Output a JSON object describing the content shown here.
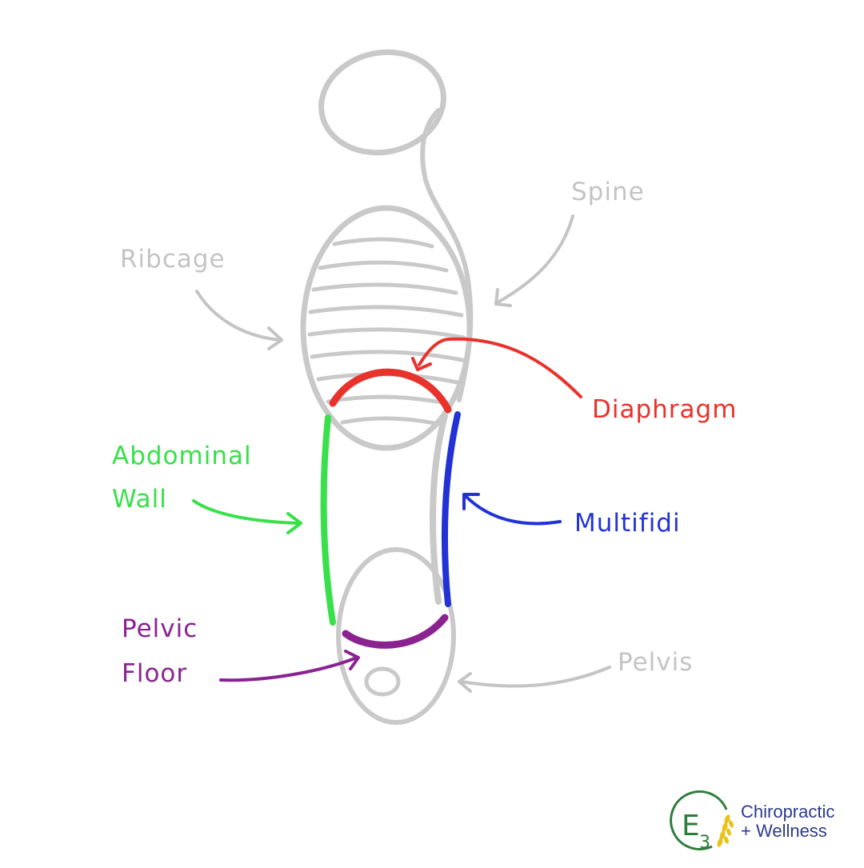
{
  "labels": {
    "spine": "Spine",
    "ribcage": "Ribcage",
    "diaphragm": "Diaphragm",
    "abdominal_line1": "Abdominal",
    "abdominal_line2": "Wall",
    "multifidi": "Multifidi",
    "pelvic_line1": "Pelvic",
    "pelvic_line2": "Floor",
    "pelvis": "Pelvis"
  },
  "brand": {
    "logo_letter": "E",
    "logo_sub": "3",
    "line1": "Chiropractic",
    "line2": "+ Wellness"
  },
  "colors": {
    "sketch": "#c9c9c9",
    "label_gray": "#c4c4c4",
    "diaphragm": "#e8322c",
    "abdominal": "#38e04a",
    "multifidi": "#2233d6",
    "pelvic": "#8a2390",
    "brand_green": "#2e7d3a",
    "brand_yellow": "#e9c21a",
    "brand_blue": "#2d3a8c"
  }
}
